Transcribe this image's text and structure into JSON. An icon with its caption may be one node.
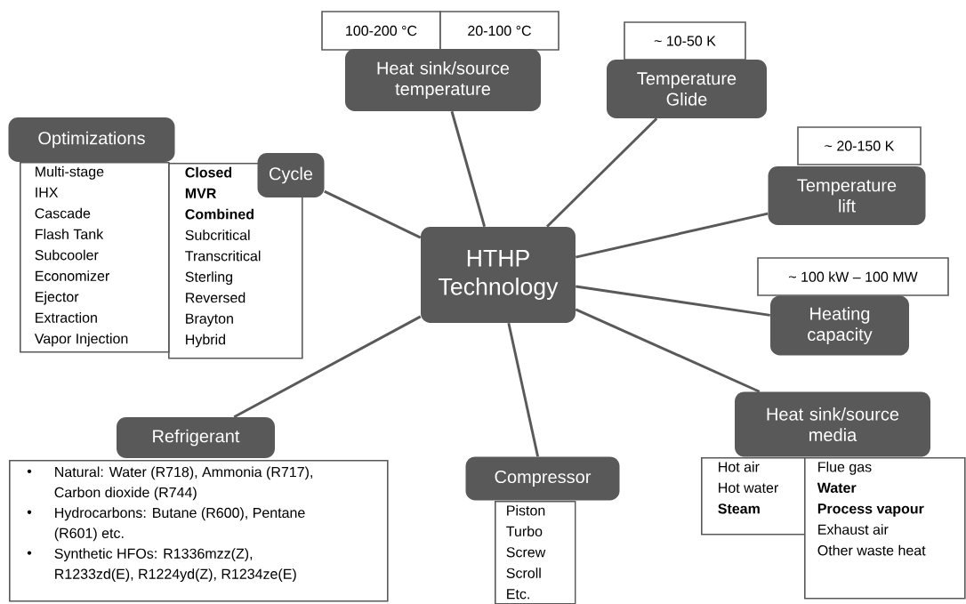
{
  "diagram": {
    "nodes": [
      {
        "text": [
          "HTHP Technology"
        ]
      },
      {
        "text": [
          "Heat sink/source temperature"
        ]
      },
      {
        "text": [
          "100-200 °C"
        ]
      },
      {
        "text": [
          "20-100 °C"
        ]
      },
      {
        "text": [
          "Temperature Glide"
        ]
      },
      {
        "text": [
          "~ 10-50 K"
        ]
      },
      {
        "text": [
          "Temperature lift"
        ]
      },
      {
        "text": [
          "~ 20-150 K"
        ]
      },
      {
        "text": [
          "Heating capacity"
        ]
      },
      {
        "text": [
          "~ 100 kW – 100 MW"
        ]
      },
      {
        "text": [
          "Heat sink/source media"
        ]
      },
      {
        "text": [
          "Hot air",
          "Hot water",
          "**Steam**"
        ]
      },
      {
        "text": [
          "Flue gas",
          "**Water**",
          "**Process vapour**",
          "Exhaust air",
          "Other waste heat"
        ]
      },
      {
        "text": [
          "Compressor"
        ]
      },
      {
        "text": [
          "Piston",
          "Turbo",
          "Screw",
          "Scroll",
          "Etc."
        ]
      },
      {
        "text": [
          "Refrigerant"
        ]
      },
      {
        "text": [
          "Natural: Water (R718), Ammonia (R717), Carbon dioxide (R744)",
          "Hydrocarbons: Butane (R600), Pentane (R601) etc.",
          "Synthetic HFOs: R1336mzz(Z), R1233zd(E), R1224yd(Z), R1234ze(E)"
        ]
      },
      {
        "text": [
          "Cycle"
        ]
      },
      {
        "text": [
          "**Closed**",
          "**MVR**",
          "**Combined**",
          "Subcritical",
          "Transcritical",
          "Sterling",
          "Reversed",
          "Brayton",
          "Hybrid"
        ]
      },
      {
        "text": [
          "Optimizations"
        ]
      },
      {
        "text": [
          "Multi-stage",
          "IHX",
          "Cascade",
          "Flash Tank",
          "Subcooler",
          "Economizer",
          "Ejector",
          "Extraction",
          "Vapor Injection"
        ]
      }
    ],
    "edges": [
      {
        "from": 0,
        "to": 1,
        "arrow": "none"
      },
      {
        "from": 0,
        "to": 4,
        "arrow": "none"
      },
      {
        "from": 0,
        "to": 6,
        "arrow": "none"
      },
      {
        "from": 0,
        "to": 8,
        "arrow": "none"
      },
      {
        "from": 0,
        "to": 10,
        "arrow": "none"
      },
      {
        "from": 0,
        "to": 13,
        "arrow": "none"
      },
      {
        "from": 0,
        "to": 15,
        "arrow": "none"
      },
      {
        "from": 0,
        "to": 17,
        "arrow": "none"
      }
    ]
  }
}
